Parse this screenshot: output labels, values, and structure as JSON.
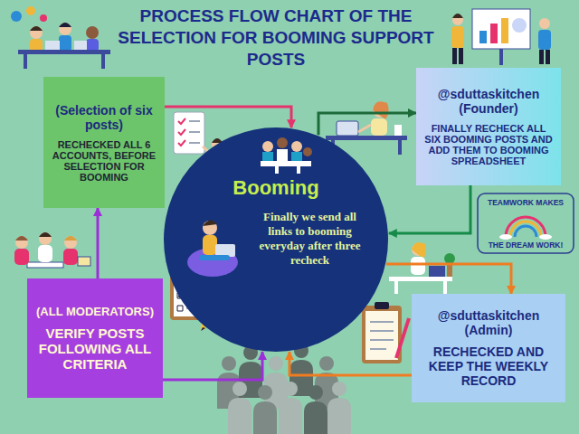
{
  "diagram": {
    "title": "PROCESS FLOW CHART OF THE SELECTION FOR BOOMING SUPPORT POSTS",
    "nodes": [
      {
        "text": [
          "(Selection of six posts)",
          "RECHECKED ALL 6 ACCOUNTS, BEFORE SELECTION FOR BOOMING"
        ]
      },
      {
        "text": [
          "@sduttaskitchen (Founder)",
          "FINALLY RECHECK ALL SIX BOOMING POSTS AND ADD THEM TO BOOMING SPREADSHEET"
        ]
      },
      {
        "text": [
          "Booming",
          "Finally we send all links to booming everyday after three recheck"
        ]
      },
      {
        "text": [
          "(ALL MODERATORS)",
          "VERIFY POSTS FOLLOWING ALL CRITERIA"
        ]
      },
      {
        "text": [
          "@sduttaskitchen (Admin)",
          "RECHECKED AND KEEP THE WEEKLY RECORD"
        ]
      }
    ],
    "edges": [
      {
        "from": 3,
        "to": 0,
        "arrow": "to"
      },
      {
        "from": 0,
        "to": 2,
        "arrow": "to"
      },
      {
        "from": 2,
        "to": 1,
        "arrow": "to"
      },
      {
        "from": 1,
        "to": 2,
        "arrow": "to"
      },
      {
        "from": 2,
        "to": 4,
        "arrow": "to"
      },
      {
        "from": 4,
        "to": 2,
        "arrow": "to"
      },
      {
        "from": 3,
        "to": 2,
        "arrow": "to"
      }
    ],
    "labels": [
      "TEAMWORK MAKES",
      "THE DREAM WORK!"
    ]
  }
}
